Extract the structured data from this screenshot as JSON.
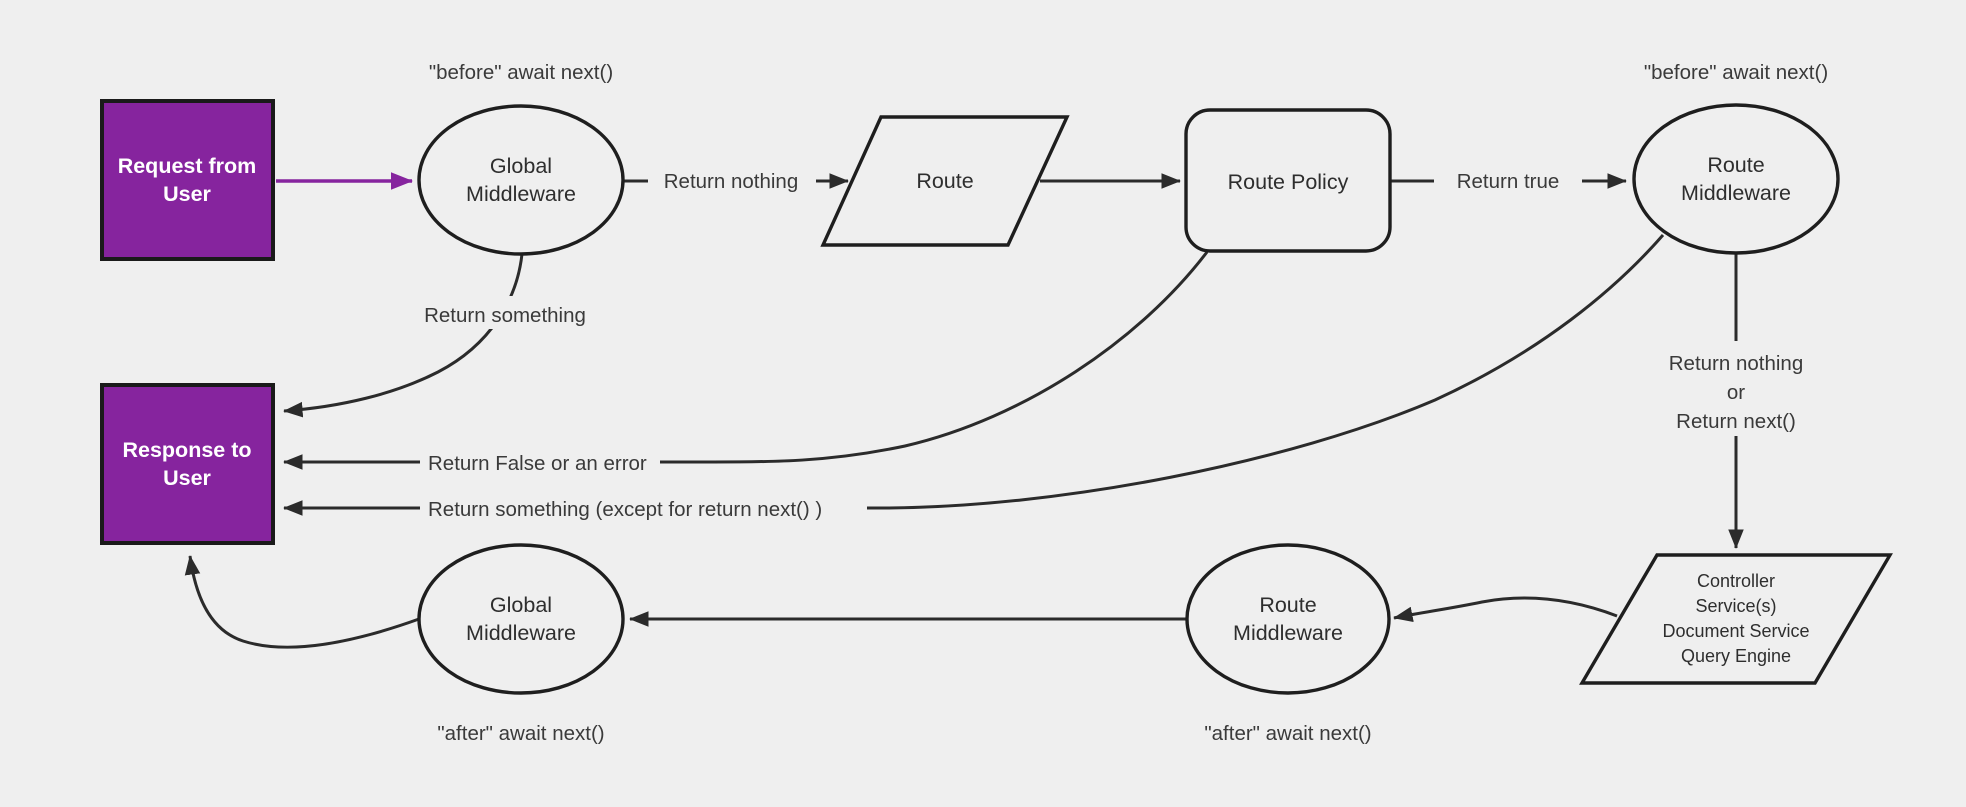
{
  "diagram": {
    "background_color": "#efefef",
    "stroke_color": "#1e1e1e",
    "accent_color": "#86249E",
    "label_text_color": "#3a3a3a",
    "nodes": {
      "request": {
        "line1": "Request from",
        "line2": "User"
      },
      "global_middleware_before": {
        "line1": "Global",
        "line2": "Middleware"
      },
      "route": {
        "line1": "Route"
      },
      "route_policy": {
        "line1": "Route Policy"
      },
      "route_middleware_before": {
        "line1": "Route",
        "line2": "Middleware"
      },
      "controller_services": {
        "line1": "Controller",
        "line2": "Service(s)",
        "line3": "Document Service",
        "line4": "Query Engine"
      },
      "route_middleware_after": {
        "line1": "Route",
        "line2": "Middleware"
      },
      "global_middleware_after": {
        "line1": "Global",
        "line2": "Middleware"
      },
      "response": {
        "line1": "Response to",
        "line2": "User"
      }
    },
    "edge_labels": {
      "before_await_left": "\"before\" await next()",
      "before_await_right": "\"before\" await next()",
      "return_nothing": "Return nothing",
      "return_true": "Return true",
      "return_something": "Return something",
      "return_false_or_error": "Return False or an error",
      "return_something_except": "Return something (except for return next() )",
      "return_nothing_or_line1": "Return nothing",
      "return_nothing_or_line2": "or",
      "return_nothing_or_line3": "Return next()",
      "after_await_left": "\"after\" await next()",
      "after_await_right": "\"after\" await next()"
    }
  }
}
